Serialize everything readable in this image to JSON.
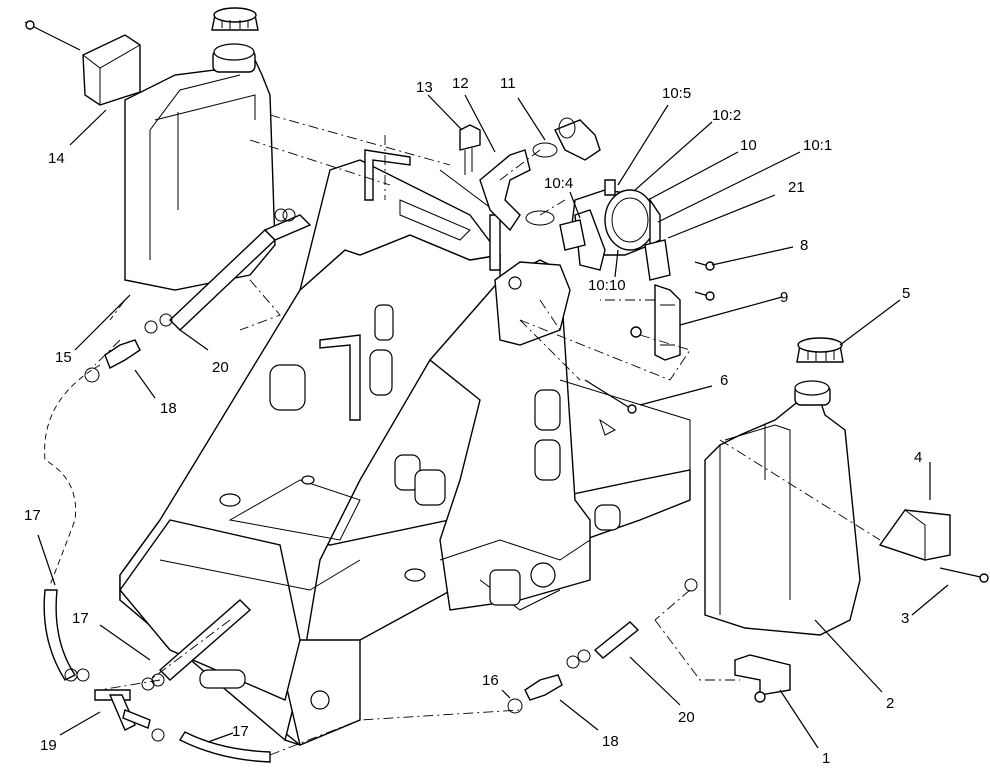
{
  "callouts": {
    "c1": "1",
    "c2": "2",
    "c3": "3",
    "c4": "4",
    "c5": "5",
    "c6": "6",
    "c8": "8",
    "c9": "9",
    "c10": "10",
    "c10_1": "10:1",
    "c10_2": "10:2",
    "c10_4": "10:4",
    "c10_5": "10:5",
    "c10_10": "10:10",
    "c11": "11",
    "c12": "12",
    "c13": "13",
    "c14": "14",
    "c15": "15",
    "c16": "16",
    "c17a": "17",
    "c17b": "17",
    "c17c": "17",
    "c18a": "18",
    "c18b": "18",
    "c19": "19",
    "c20a": "20",
    "c20b": "20",
    "c21": "21"
  }
}
